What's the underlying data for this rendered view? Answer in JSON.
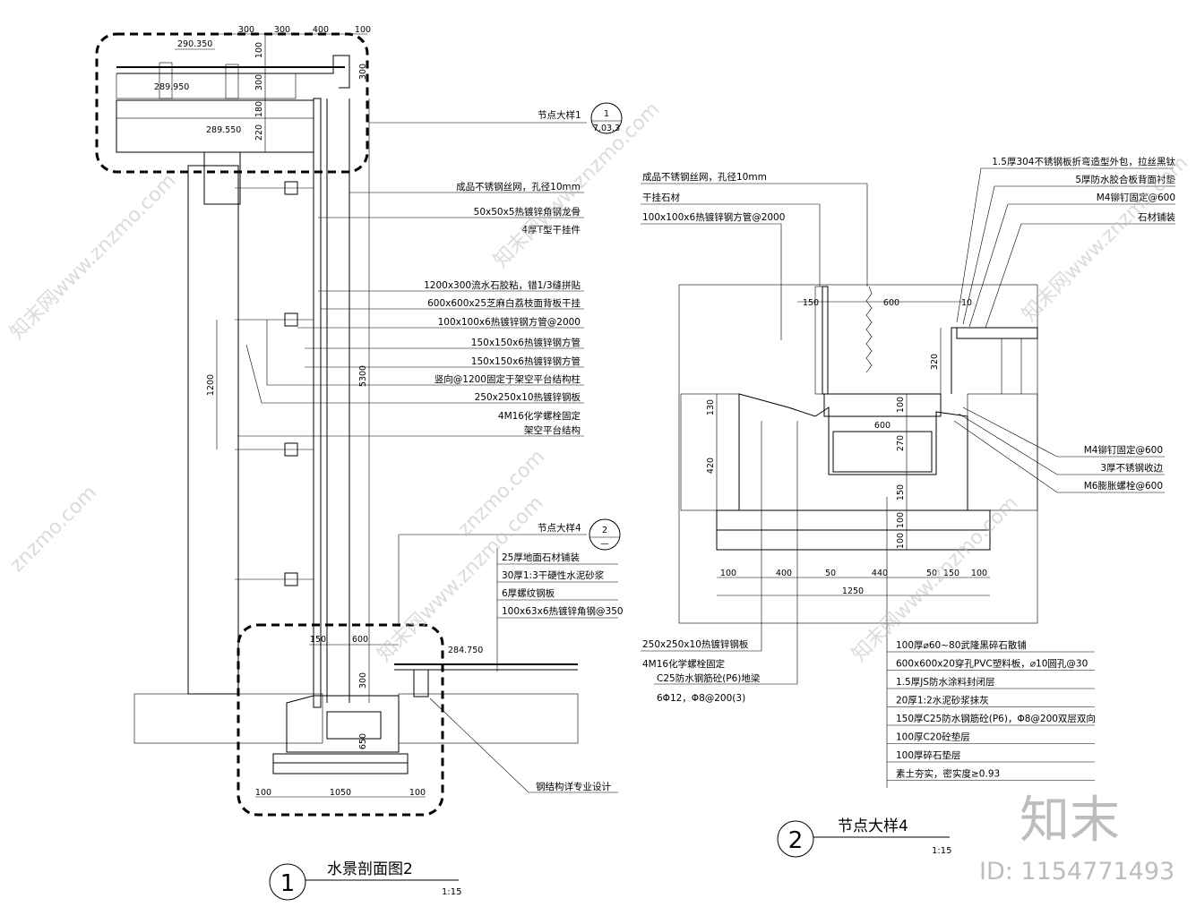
{
  "detail1": {
    "title": "水景剖面图2",
    "number": "1",
    "scale": "1:15",
    "elevations": [
      "290.350",
      "289.950",
      "289.550",
      "284.750"
    ],
    "top_dims": [
      "300",
      "300",
      "400",
      "100"
    ],
    "vertical_dims": [
      "100",
      "300",
      "180",
      "220",
      "300"
    ],
    "height_dim": "5300",
    "spacing_dim": "1200",
    "pool_dims": [
      "150",
      "600",
      "300",
      "650"
    ],
    "base_dims": [
      "100",
      "1050",
      "100"
    ],
    "ref1": {
      "label": "节点大样1",
      "num": "1",
      "sheet": "7.03.3"
    },
    "ref4": {
      "label": "节点大样4",
      "num": "2",
      "sheet": "—"
    },
    "notes": [
      "成品不锈钢丝网，孔径10mm",
      "50x50x5热镀锌角钢龙骨",
      "4厚T型干挂件",
      "1200x300流水石胶粘，错1/3缝拼贴",
      "600x600x25芝麻白荔枝面背板干挂",
      "100x100x6热镀锌钢方管@2000",
      "150x150x6热镀锌钢方管",
      "150x150x6热镀锌钢方管",
      "竖向@1200固定于架空平台结构柱",
      "250x250x10热镀锌钢板",
      "4M16化学螺栓固定",
      "架空平台结构"
    ],
    "floor_notes": [
      "25厚地面石材铺装",
      "30厚1:3干硬性水泥砂浆",
      "6厚螺纹钢板",
      "100x63x6热镀锌角钢@350"
    ],
    "steel_note": "钢结构详专业设计"
  },
  "detail2": {
    "title": "节点大样4",
    "number": "2",
    "scale": "1:15",
    "top_left_notes": [
      "成品不锈钢丝网，孔径10mm",
      "干挂石材",
      "100x100x6热镀锌钢方管@2000"
    ],
    "top_right_notes": [
      "1.5厚304不锈钢板折弯造型外包，拉丝黑钛",
      "5厚防水胶合板背面衬垫",
      "M4铆钉固定@600",
      "石材铺装"
    ],
    "right_notes": [
      "M4铆钉固定@600",
      "3厚不锈钢收边",
      "M6膨胀螺栓@600"
    ],
    "bottom_left_notes": [
      "250x250x10热镀锌钢板",
      "4M16化学螺栓固定",
      "C25防水钢筋砼(P6)地梁",
      "6Φ12，Φ8@200(3)"
    ],
    "layers": [
      "100厚⌀60~80武隆黑碎石散铺",
      "600x600x20穿孔PVC塑料板，⌀10圆孔@30",
      "1.5厚JS防水涂料封闭层",
      "20厚1:2水泥砂浆抹灰",
      "150厚C25防水钢筋砼(P6)，Φ8@200双层双向",
      "100厚C20砼垫层",
      "100厚碎石垫层",
      "素土夯实，密实度≥0.93"
    ],
    "dims_top": [
      "150",
      "600",
      "10"
    ],
    "dims_v": [
      "320",
      "130",
      "420",
      "100",
      "270",
      "150",
      "100",
      "100"
    ],
    "dims_mid": "600",
    "dims_bottom": [
      "100",
      "400",
      "50",
      "440",
      "50",
      "150",
      "100"
    ],
    "dims_total": "1250"
  },
  "brand": {
    "logo": "知末",
    "id": "ID: 1154771493",
    "watermark": "知末网www.znzmo.com",
    "watermark_short": "znzmo.com"
  },
  "colors": {
    "line": "#000000",
    "watermark": "#bdbdbd",
    "background": "#ffffff"
  }
}
